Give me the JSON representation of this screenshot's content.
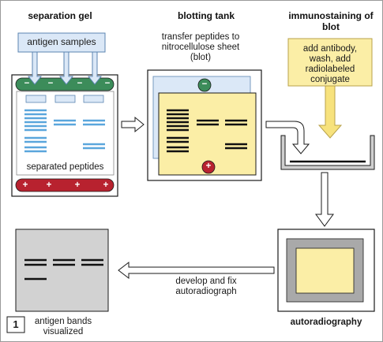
{
  "headers": {
    "separation_gel": "separation gel",
    "blotting_tank": "blotting tank",
    "immunostaining": "immunostaining of blot"
  },
  "labels": {
    "antigen_samples": "antigen samples",
    "transfer": "transfer peptides to nitrocellulose sheet (blot)",
    "add_antibody": "add antibody, wash, add radiolabeled conjugate",
    "separated_peptides": "separated peptides",
    "develop": "develop and fix autoradiograph",
    "autoradiography": "autoradiography",
    "antigen_bands": "antigen bands visualized"
  },
  "symbols": {
    "negative": "−",
    "positive": "+"
  },
  "figure_number": "1",
  "colors": {
    "sample_blue": "#dbe8f7",
    "band_blue": "#5aa6dc",
    "cathode_green": "#3c8c5a",
    "anode_red": "#b8222f",
    "blot_yellow": "#fbeea6",
    "sheet_blue": "#dbe8f7",
    "film_grey": "#a9a9a9",
    "result_grey": "#d2d2d2",
    "arrow_yellow": "#f7e27d"
  }
}
